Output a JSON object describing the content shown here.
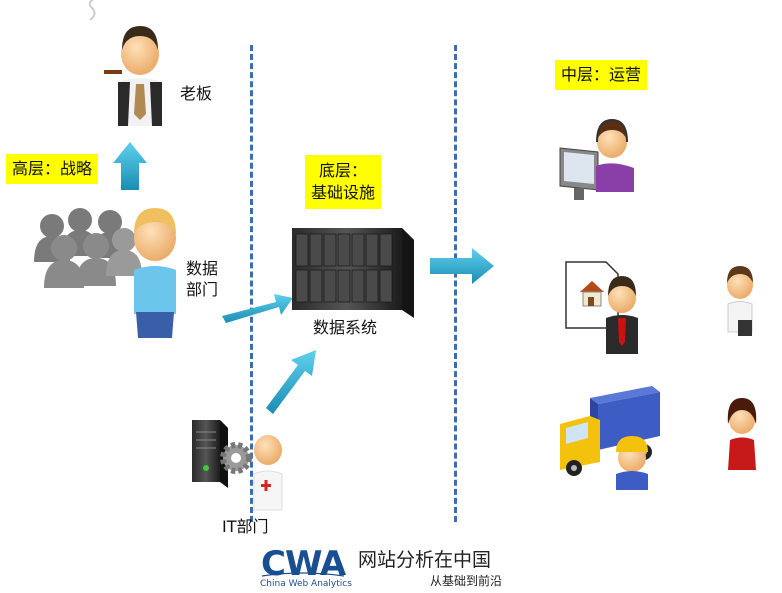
{
  "labels": {
    "high_layer": "高层：战略",
    "mid_layer": "中层：运营",
    "bottom_layer_line1": "底层：",
    "bottom_layer_line2": "基础设施",
    "boss": "老板",
    "data_dept_line1": "数据",
    "data_dept_line2": "部门",
    "data_system": "数据系统",
    "it_dept": "IT部门"
  },
  "logo": {
    "mark": "CWA",
    "tagline": "China Web Analytics",
    "name_cn": "网站分析在中国",
    "slogan_cn": "从基础到前沿"
  },
  "colors": {
    "highlight": "#ffff00",
    "arrow": "#2aa3c8",
    "divider": "#3a6db3",
    "logo": "#1a4e93"
  },
  "icons": [
    "boss-figure-icon",
    "crowd-icon",
    "data-dept-figure-icon",
    "server-rack-icon",
    "it-server-icon",
    "gear-icon",
    "doctor-figure-icon",
    "call-center-icon",
    "house-document-icon",
    "businessman-icon",
    "small-figure-icon",
    "delivery-truck-icon",
    "worker-figure-icon",
    "woman-figure-icon"
  ]
}
